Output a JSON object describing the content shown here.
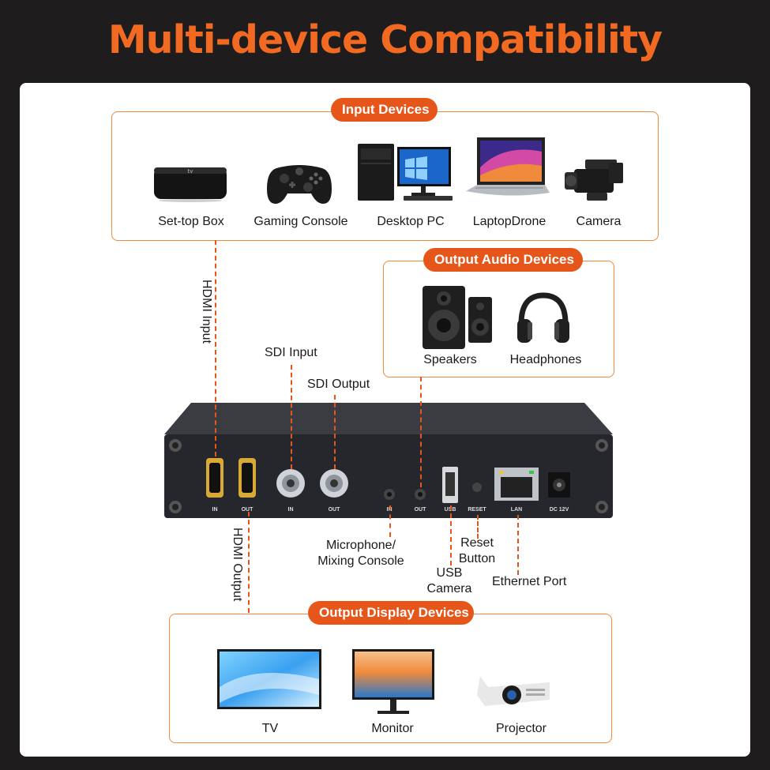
{
  "title": "Multi-device Compatibility",
  "input_devices": {
    "header": "Input Devices",
    "items": [
      {
        "label": "Set-top Box",
        "icon": "set-top-box-icon"
      },
      {
        "label": "Gaming Console",
        "icon": "game-controller-icon"
      },
      {
        "label": "Desktop PC",
        "icon": "desktop-pc-icon"
      },
      {
        "label": "LaptopDrone",
        "icon": "laptop-icon"
      },
      {
        "label": "Camera",
        "icon": "video-camera-icon"
      }
    ]
  },
  "output_audio_devices": {
    "header": "Output Audio Devices",
    "items": [
      {
        "label": "Speakers",
        "icon": "speakers-icon"
      },
      {
        "label": "Headphones",
        "icon": "headphones-icon"
      }
    ]
  },
  "output_display_devices": {
    "header": "Output Display Devices",
    "items": [
      {
        "label": "TV",
        "icon": "tv-icon"
      },
      {
        "label": "Monitor",
        "icon": "monitor-icon"
      },
      {
        "label": "Projector",
        "icon": "projector-icon"
      }
    ]
  },
  "callouts": {
    "hdmi_input": "HDMI Input",
    "hdmi_output": "HDMI Output",
    "sdi_input": "SDI Input",
    "sdi_output": "SDI Output",
    "mic_line1": "Microphone/",
    "mic_line2": "Mixing Console",
    "usb_line1": "USB",
    "usb_line2": "Camera",
    "reset_line1": "Reset",
    "reset_line2": "Button",
    "ethernet": "Ethernet Port"
  },
  "ports": {
    "hdmi_in": "IN",
    "hdmi_out": "OUT",
    "sdi_in": "IN",
    "sdi_out": "OUT",
    "audio_in": "IN",
    "audio_out": "OUT",
    "usb": "USB",
    "reset": "RESET",
    "lan": "LAN",
    "dc": "DC 12V"
  },
  "colors": {
    "accent": "#e6561b",
    "title": "#f26a21",
    "background": "#1e1c1d",
    "device_body": "#2a2c31"
  }
}
